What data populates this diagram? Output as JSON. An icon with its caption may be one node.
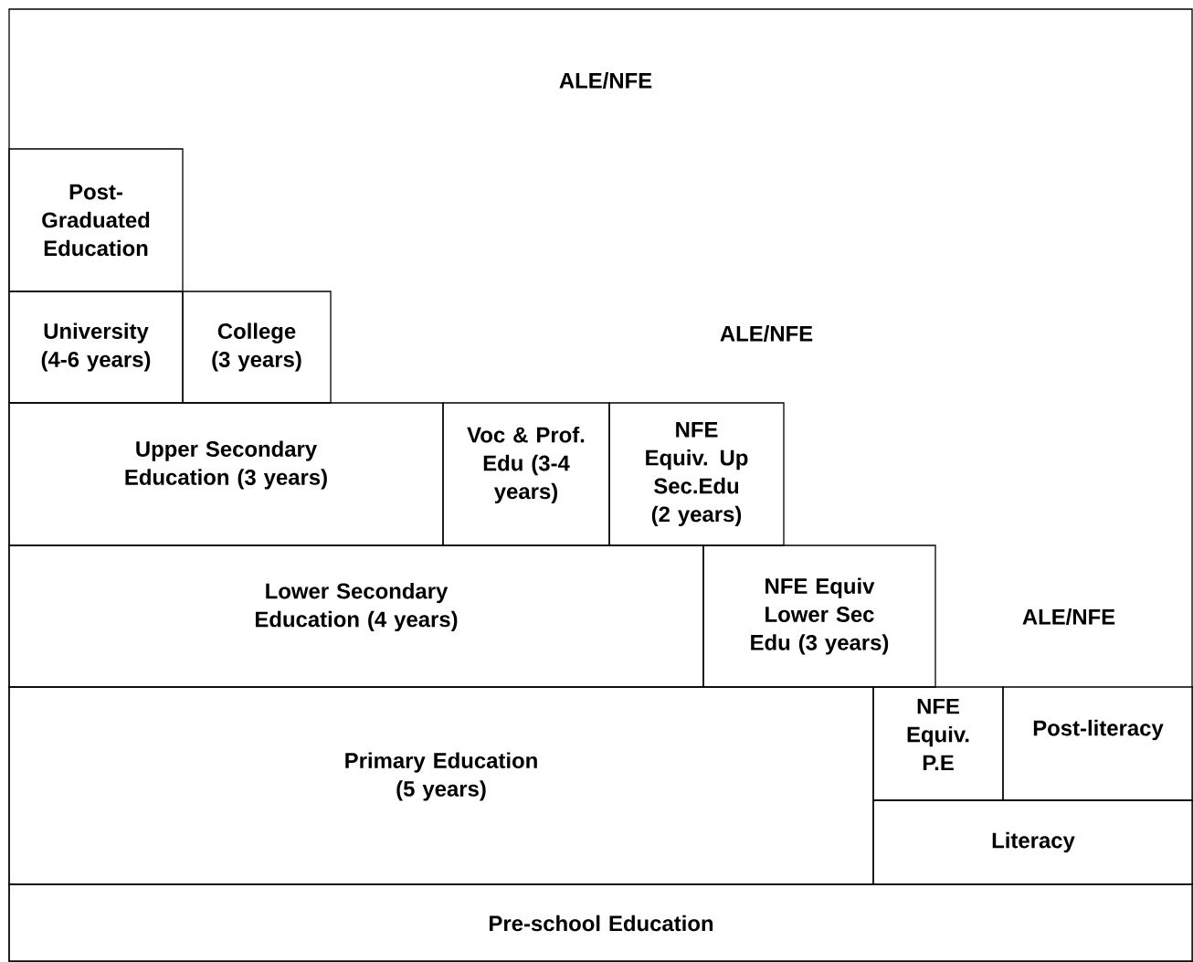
{
  "diagram": {
    "nodes": [
      {
        "text": [
          "Post-Graduated Education"
        ]
      },
      {
        "text": [
          "University (4-6 years)"
        ]
      },
      {
        "text": [
          "College (3 years)"
        ]
      },
      {
        "text": [
          "Upper Secondary Education (3 years)"
        ]
      },
      {
        "text": [
          "Voc & Prof. Edu (3-4 years)"
        ]
      },
      {
        "text": [
          "NFE Equiv. Up Sec.Edu (2 years)"
        ]
      },
      {
        "text": [
          "Lower Secondary Education (4 years)"
        ]
      },
      {
        "text": [
          "NFE Equiv Lower Sec Edu (3 years)"
        ]
      },
      {
        "text": [
          "Primary Education (5 years)"
        ]
      },
      {
        "text": [
          "NFE Equiv. P.E"
        ]
      },
      {
        "text": [
          "Post-literacy"
        ]
      },
      {
        "text": [
          "Literacy"
        ]
      },
      {
        "text": [
          "Pre-school Education"
        ]
      }
    ],
    "labels": [
      "ALE/NFE",
      "ALE/NFE",
      "ALE/NFE"
    ]
  }
}
